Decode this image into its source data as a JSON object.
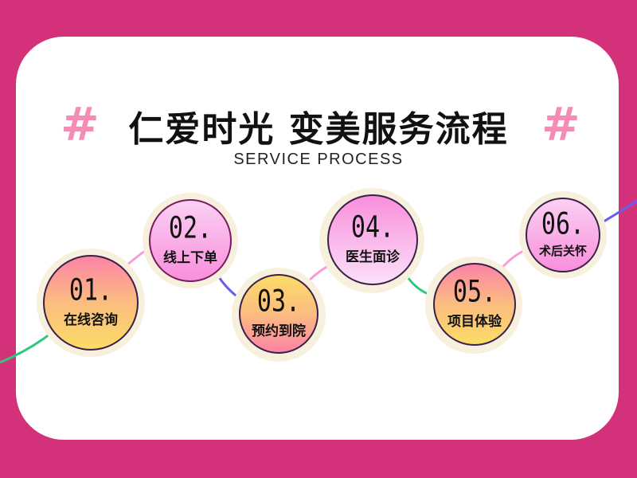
{
  "header": {
    "hash_left": "#",
    "hash_right": "#",
    "title": "仁爱时光 变美服务流程",
    "subtitle": "SERVICE PROCESS"
  },
  "steps": [
    {
      "number": "01.",
      "label": "在线咨询"
    },
    {
      "number": "02.",
      "label": "线上下单"
    },
    {
      "number": "03.",
      "label": "预约到院"
    },
    {
      "number": "04.",
      "label": "医生面诊"
    },
    {
      "number": "05.",
      "label": "项目体验"
    },
    {
      "number": "06.",
      "label": "术后关怀"
    }
  ],
  "colors": {
    "background": "#d3327a",
    "card": "#ffffff",
    "hash": "#f48cb5",
    "line_green": "#2cc97a",
    "line_pink": "#f99bd6",
    "line_blue": "#6a5cf0"
  }
}
